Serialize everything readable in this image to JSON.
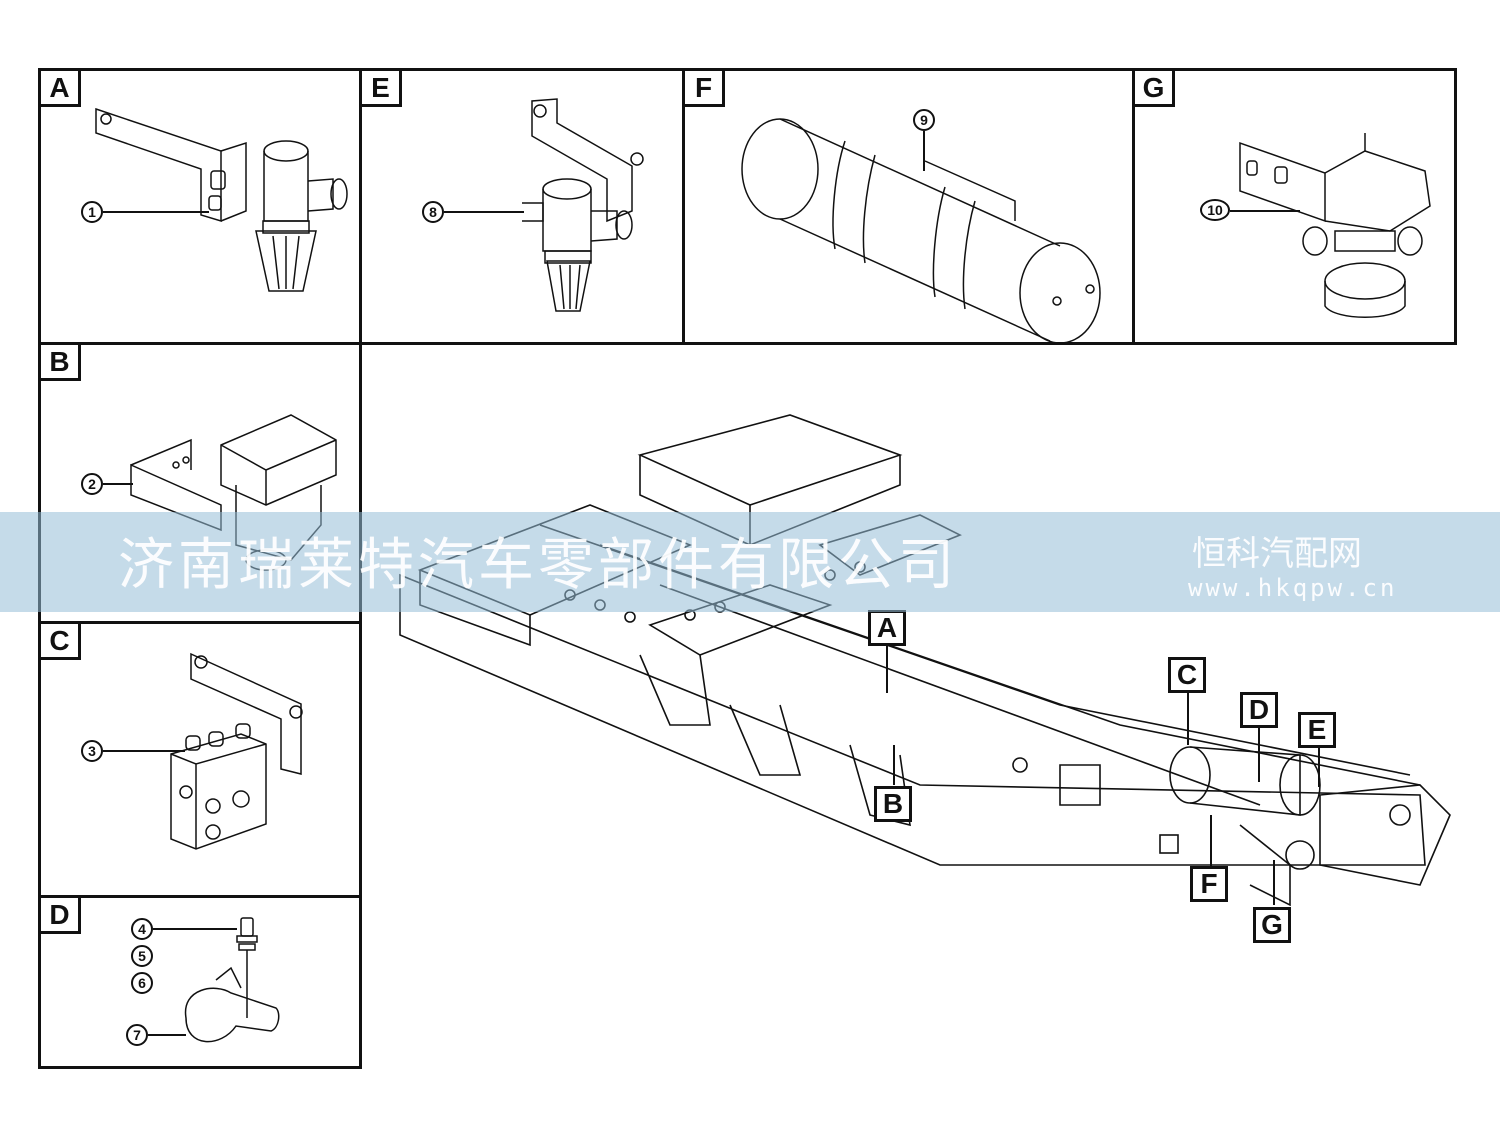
{
  "panels": {
    "A": {
      "label": "A",
      "callouts": [
        "1"
      ]
    },
    "E": {
      "label": "E",
      "callouts": [
        "8"
      ]
    },
    "F": {
      "label": "F",
      "callouts": [
        "9"
      ]
    },
    "G": {
      "label": "G",
      "callouts": [
        "10"
      ]
    },
    "B": {
      "label": "B",
      "callouts": [
        "2"
      ]
    },
    "C": {
      "label": "C",
      "callouts": [
        "3"
      ]
    },
    "D": {
      "label": "D",
      "callouts": [
        "4",
        "5",
        "6",
        "7"
      ]
    }
  },
  "main_labels": [
    "A",
    "B",
    "C",
    "D",
    "E",
    "F",
    "G"
  ],
  "watermark": {
    "company": "济南瑞莱特汽车零部件有限公司",
    "site": "恒科汽配网",
    "url": "www.hkqpw.cn"
  },
  "colors": {
    "line": "#111111",
    "watermark_band": "#96bed7"
  }
}
